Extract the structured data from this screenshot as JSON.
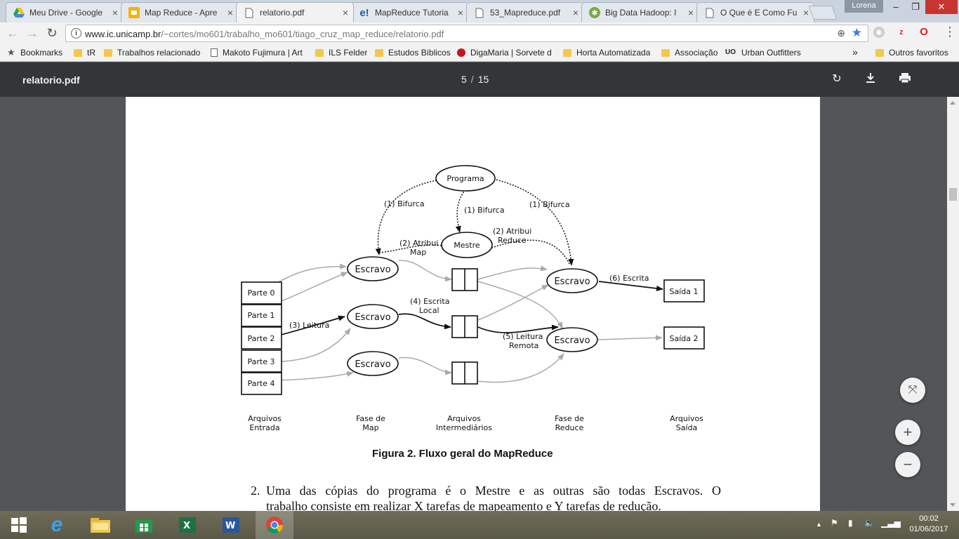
{
  "browser": {
    "tabs": [
      {
        "title": "Meu Drive - Google",
        "icon": "google-drive-icon",
        "color": "#1fa463"
      },
      {
        "title": "Map Reduce - Apre",
        "icon": "slides-icon",
        "color": "#f4b400"
      },
      {
        "title": "relatorio.pdf",
        "icon": "page-icon",
        "color": "#777777"
      },
      {
        "title": "MapReduce Tutoria",
        "icon": "e-icon",
        "color": "#1c5da8"
      },
      {
        "title": "53_Mapreduce.pdf",
        "icon": "page-icon",
        "color": "#777777"
      },
      {
        "title": "Big Data Hadoop: I",
        "icon": "hadoop-icon",
        "color": "#7aa843"
      },
      {
        "title": "O Que é E Como Fu",
        "icon": "page-icon",
        "color": "#777777"
      }
    ],
    "active_tab": 2,
    "profile": "Lorena",
    "url_host": "www.ic.unicamp.br",
    "url_path": "/~cortes/mo601/trabalho_mo601/tiago_cruz_map_reduce/relatorio.pdf"
  },
  "bookmarks": {
    "items": [
      "Bookmarks",
      "tR",
      "Trabalhos relacionado",
      "Makoto Fujimura | Art",
      "ILS Felder",
      "Estudos Bíblicos",
      "DigaMaria | Sorvete d",
      "Horta Automatizada",
      "Associação",
      "Urban Outfitters"
    ],
    "more": "»",
    "other": "Outros favoritos"
  },
  "pdf": {
    "filename": "relatorio.pdf",
    "page_current": "5",
    "page_separator": "/",
    "page_total": "15"
  },
  "figure": {
    "nodes": {
      "programa": "Programa",
      "mestre": "Mestre",
      "escravo": "Escravo",
      "parte0": "Parte 0",
      "parte1": "Parte 1",
      "parte2": "Parte 2",
      "parte3": "Parte 3",
      "parte4": "Parte 4",
      "saida1": "Saída 1",
      "saida2": "Saída 2"
    },
    "edge_labels": {
      "bifurca_left": "(1) Bifurca",
      "bifurca_mid": "(1) Bifurca",
      "bifurca_right": "(1) Bifurca",
      "atribui_map_1": "(2) Atribui",
      "atribui_map_2": "Map",
      "atribui_reduce_1": "(2) Atribui",
      "atribui_reduce_2": "Reduce",
      "leitura": "(3) Leitura",
      "escrita_local_1": "(4) Escrita",
      "escrita_local_2": "Local",
      "leitura_remota_1": "(5) Leitura",
      "leitura_remota_2": "Remota",
      "escrita": "(6) Escrita"
    },
    "columns": [
      {
        "l1": "Arquivos",
        "l2": "Entrada"
      },
      {
        "l1": "Fase de",
        "l2": "Map"
      },
      {
        "l1": "Arquivos",
        "l2": "Intermediários"
      },
      {
        "l1": "Fase de",
        "l2": "Reduce"
      },
      {
        "l1": "Arquivos",
        "l2": "Saída"
      }
    ],
    "caption": "Figura 2. Fluxo geral do MapReduce"
  },
  "body": {
    "item_number": "2.",
    "line1": "Uma das cópias do programa é o Mestre e as outras são todas Escravos.  O",
    "line2": "trabalho consiste em realizar X tarefas de mapeamento e Y tarefas de redução."
  },
  "taskbar": {
    "clock_time": "00:02",
    "clock_date": "01/06/2017"
  }
}
